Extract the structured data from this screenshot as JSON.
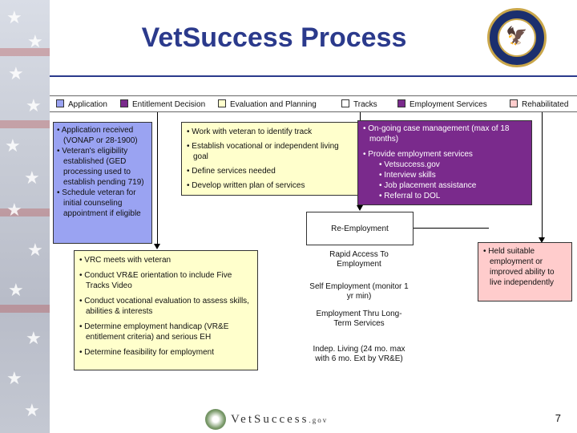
{
  "title": "VetSuccess Process",
  "legend": [
    {
      "label": "Application",
      "color": "#9aa3f2"
    },
    {
      "label": "Entitlement Decision",
      "color": "#7a2a8c"
    },
    {
      "label": "Evaluation and Planning",
      "color": "#ffffcc"
    },
    {
      "label": "Tracks",
      "color": "#ffffff"
    },
    {
      "label": "Employment Services",
      "color": "#7a2a8c"
    },
    {
      "label": "Rehabilitated",
      "color": "#ffcccc"
    }
  ],
  "application_box": {
    "items": [
      "• Application received (VONAP or 28-1900)",
      "• Veteran's eligibility established (GED processing used to establish pending 719)",
      "• Schedule veteran for initial counseling appointment if eligible"
    ]
  },
  "entitlement_box": {
    "items": [
      "• Work with veteran to identify track",
      "• Establish vocational or independent living goal",
      "• Define services needed",
      "• Develop written plan of services"
    ]
  },
  "employment_box": {
    "item1": "• On-going case management (max of 18 months)",
    "item2": "• Provide employment services",
    "subitems": [
      "• Vetsuccess.gov",
      "• Interview skills",
      "• Job placement assistance",
      "• Referral to DOL"
    ]
  },
  "evaluation_box": {
    "items": [
      "• VRC meets with veteran",
      "• Conduct VR&E orientation to include Five Tracks Video",
      "• Conduct vocational evaluation to assess skills, abilities & interests",
      "• Determine employment handicap (VR&E entitlement criteria) and serious EH",
      "• Determine feasibility for employment"
    ]
  },
  "tracks": {
    "reemployment": "Re-Employment",
    "rapid_access": "Rapid Access To Employment",
    "self_employment": "Self Employment (monitor 1 yr min)",
    "long_term": "Employment Thru Long-Term Services",
    "indep_living": "Indep. Living (24 mo. max with 6 mo. Ext by VR&E)"
  },
  "rehab_box": {
    "text": "• Held suitable employment or improved ability to live independently"
  },
  "footer": {
    "brand": "VetSuccess",
    "domain": ".gov"
  },
  "page_number": "7",
  "colors": {
    "title": "#2b3a8c",
    "application": "#9aa3f2",
    "employment_services": "#7a2a8c",
    "planning": "#ffffcc",
    "rehabilitated": "#ffcccc"
  }
}
